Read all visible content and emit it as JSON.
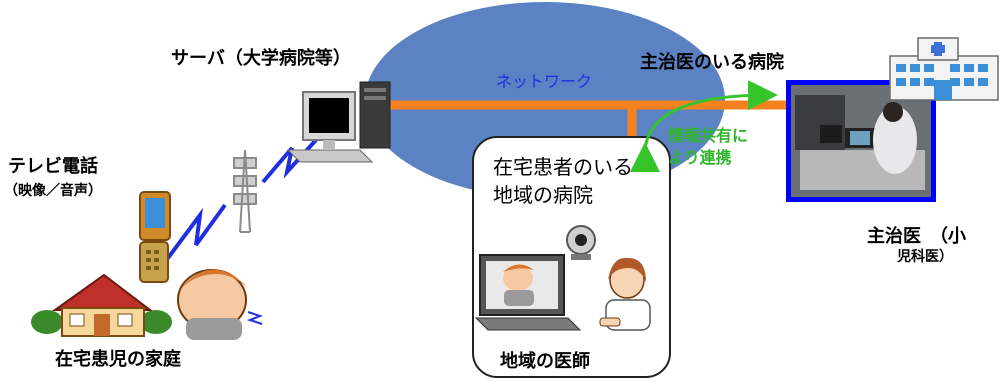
{
  "labels": {
    "server": "サーバ（大学病院等）",
    "network": "ネットワーク",
    "attending_hospital": "主治医のいる病院",
    "info_share_line1": "情報共有に",
    "info_share_line2": "より連携",
    "local_hospital_line1": "在宅患者のいる",
    "local_hospital_line2": "地域の病院",
    "local_doctor": "地域の医師",
    "attending_doctor_line1": "主治医　（小",
    "attending_doctor_line2": "児科医）",
    "videophone_line1": "テレビ電話",
    "videophone_line2": "（映像／音声）",
    "patient_home": "在宅患児の家庭"
  },
  "colors": {
    "network_cloud": "#5b83c4",
    "network_line": "#f58220",
    "wireless": "#1f2ee0",
    "arrow": "#35c42a",
    "monitor_border": "#1a1aff",
    "network_text": "#1f2ee0",
    "share_text": "#2fb52a"
  }
}
